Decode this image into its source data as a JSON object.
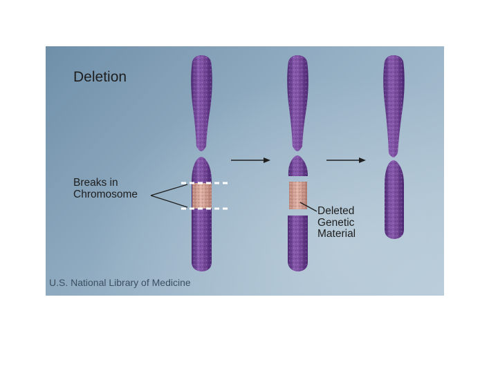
{
  "title": "Deletion",
  "labels": {
    "breaks": "Breaks in\nChromosome",
    "deleted": "Deleted\nGenetic\nMaterial"
  },
  "credit": "U.S. National Library of Medicine",
  "colors": {
    "chromosome": "#7b4d9e",
    "chromosome_dark": "#4e2a74",
    "deleted_segment": "#d5a397",
    "background": "#93aec3"
  },
  "icons": [
    "arrow-right-icon",
    "arrow-right-icon"
  ]
}
